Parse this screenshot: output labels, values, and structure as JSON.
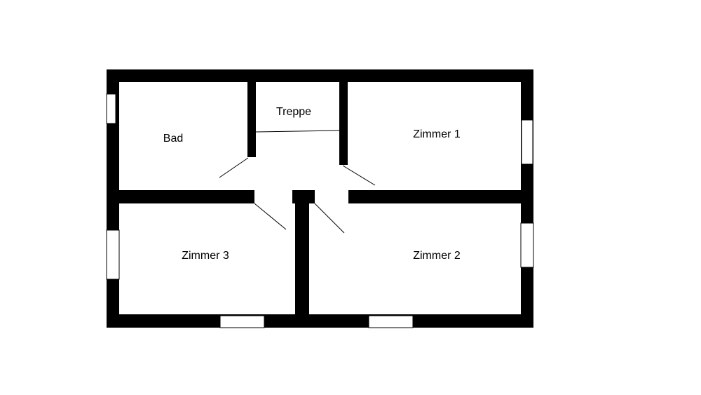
{
  "rooms": {
    "bad": "Bad",
    "treppe": "Treppe",
    "zimmer1": "Zimmer 1",
    "zimmer2": "Zimmer 2",
    "zimmer3": "Zimmer 3"
  },
  "colors": {
    "wall": "#000000",
    "background": "#ffffff",
    "window_outline": "#000000",
    "door_swing": "#000000"
  }
}
